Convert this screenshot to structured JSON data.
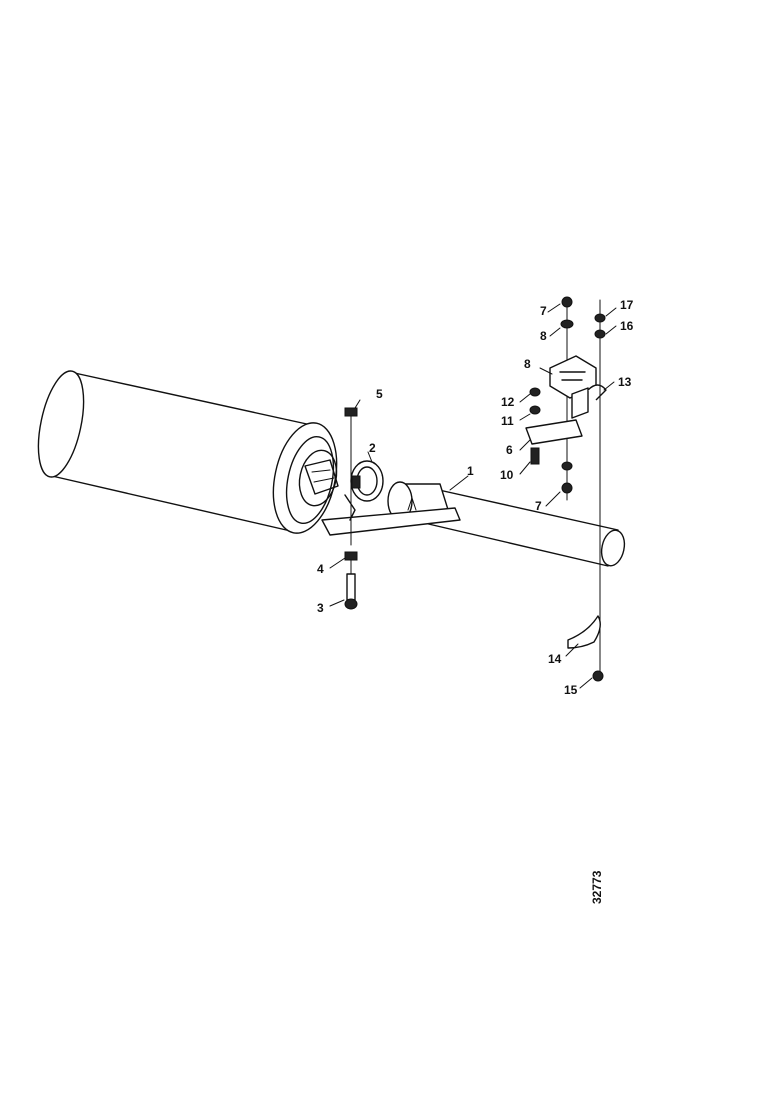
{
  "diagram": {
    "reference_number": "32773",
    "callouts": [
      {
        "id": "c1",
        "label": "1"
      },
      {
        "id": "c2",
        "label": "2"
      },
      {
        "id": "c3",
        "label": "3"
      },
      {
        "id": "c4",
        "label": "4"
      },
      {
        "id": "c5",
        "label": "5"
      },
      {
        "id": "c6",
        "label": "6"
      },
      {
        "id": "c7a",
        "label": "7"
      },
      {
        "id": "c7b",
        "label": "7"
      },
      {
        "id": "c8a",
        "label": "8"
      },
      {
        "id": "c8b",
        "label": "8"
      },
      {
        "id": "c10",
        "label": "10"
      },
      {
        "id": "c11",
        "label": "11"
      },
      {
        "id": "c12",
        "label": "12"
      },
      {
        "id": "c13",
        "label": "13"
      },
      {
        "id": "c14",
        "label": "14"
      },
      {
        "id": "c15",
        "label": "15"
      },
      {
        "id": "c16",
        "label": "16"
      },
      {
        "id": "c17",
        "label": "17"
      }
    ]
  }
}
